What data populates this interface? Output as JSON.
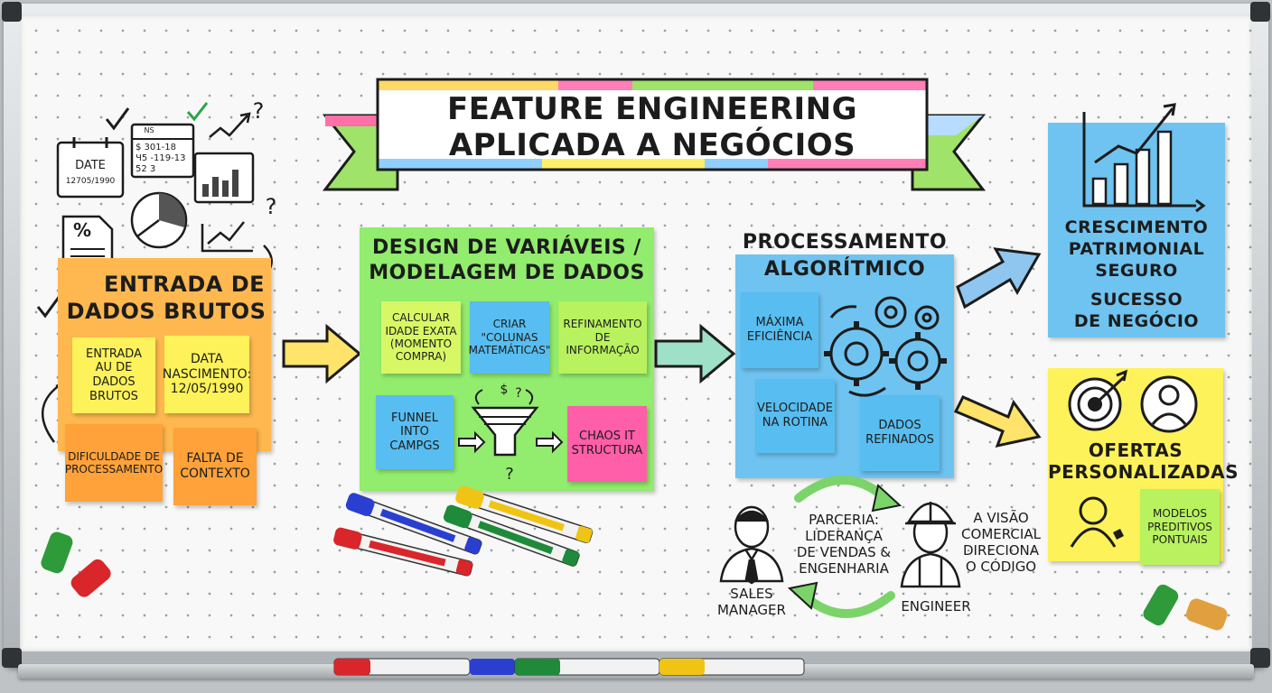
{
  "banner": {
    "line1": "FEATURE ENGINEERING",
    "line2": "APLICADA A NEGÓCIOS"
  },
  "doodles": {
    "date_card": {
      "label": "DATE",
      "value": "12705/1990"
    },
    "table_card": {
      "header": "NS",
      "rows": [
        "$ 301-18",
        "Ч5 -119-13",
        "52 3"
      ]
    },
    "percent_icon": "%",
    "question_marks": [
      "?",
      "?"
    ]
  },
  "raw_data": {
    "title_line1": "ENTRADA DE",
    "title_line2": "DADOS BRUTOS",
    "notes": {
      "entrada": "ENTRADA AU DE DADOS BRUTOS",
      "data_nasc": "DATA NASCIMENTO: 12/05/1990",
      "dificuldade": "DIFICULDADE DE PROCESSAMENTO",
      "falta": "FALTA DE CONTEXTO"
    }
  },
  "design": {
    "title_line1": "DESIGN DE VARIÁVEIS /",
    "title_line2": "MODELAGEM DE DADOS",
    "notes": {
      "calcular": "CALCULAR IDADE EXATA (MOMENTO COMPRA)",
      "criar": "CRIAR \"COLUNAS MATEMÁTICAS\"",
      "refinamento": "REFINAMENTO DE INFORMAÇÃO",
      "funnel": "FUNNEL INTO CAMPGS",
      "chaos": "CHAOS IT STRUCTURA"
    },
    "funnel_marks": [
      "$",
      "?",
      "?"
    ]
  },
  "processing": {
    "title_line1": "PROCESSAMENTO",
    "title_line2": "ALGORÍTMICO",
    "notes": {
      "maxima": "MÁXIMA EFICIÊNCIA",
      "velocidade": "VELOCIDADE NA ROTINA",
      "refinados": "DADOS REFINADOS"
    }
  },
  "outcome_growth": {
    "line1": "CRESCIMENTO",
    "line2": "PATRIMONIAL",
    "line3": "SEGURO",
    "line4": "SUCESSO",
    "line5": "DE NEGÓCIO"
  },
  "outcome_offers": {
    "title_line1": "OFERTAS",
    "title_line2": "PERSONALIZADAS",
    "note": "MODELOS PREDITIVOS PONTUAIS"
  },
  "partnership": {
    "sales_line1": "SALES",
    "sales_line2": "MANAGER",
    "center_line1": "PARCERIA:",
    "center_line2": "LIDERANÇA",
    "center_line3": "DE VENDAS &",
    "center_line4": "ENGENHARIA",
    "engineer": "ENGINEER",
    "vision_line1": "A VISÃO",
    "vision_line2": "COMERCIAL",
    "vision_line3": "DIRECIONA",
    "vision_line4": "O CÓDIGO"
  },
  "colors": {
    "orange": "#ffb347",
    "orange_dark": "#ffa23a",
    "yellow": "#fdf25a",
    "green": "#92ec6e",
    "blue": "#6fc3f0",
    "blue_note": "#58bdf0",
    "lime": "#b8f25e",
    "pink": "#ff5ea8",
    "arrow_yellow": "#ffe36a",
    "arrow_teal": "#9fe0c8",
    "arrow_blue": "#8fc6ef"
  }
}
